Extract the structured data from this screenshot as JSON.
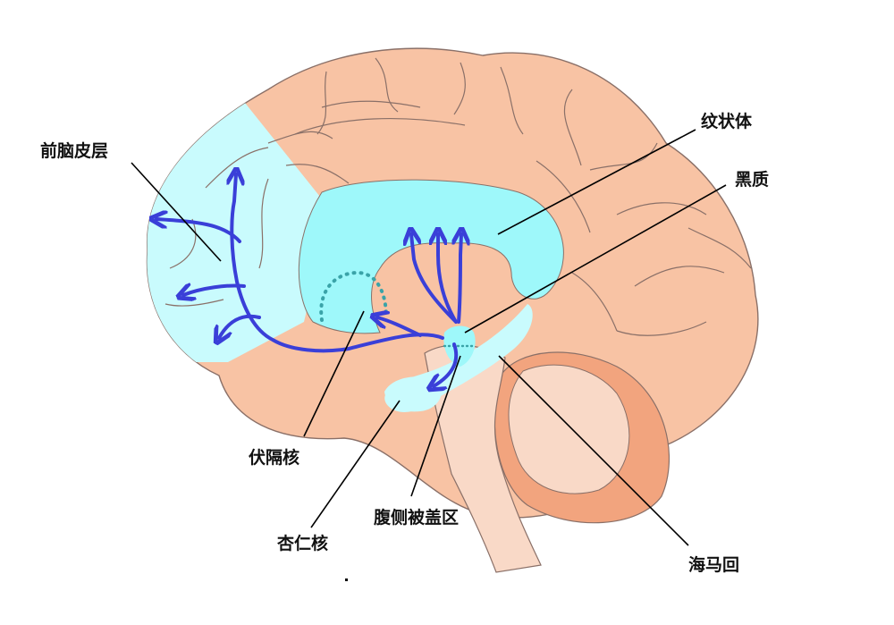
{
  "labels": {
    "prefrontal_cortex": "前脑皮层",
    "striatum": "纹状体",
    "substantia_nigra": "黑质",
    "nucleus_accumbens": "伏隔核",
    "vta": "腹侧被盖区",
    "amygdala": "杏仁核",
    "hippocampus": "海马回"
  },
  "colors": {
    "brain": "#f8c3a4",
    "brain_outline": "#8a7068",
    "dopamine_region": "#9ef8fa",
    "cortex_highlight": "#c9fbfd",
    "pathway": "#3a3fd8",
    "cerebellum": "#f2a47e",
    "cerebellum_inner": "#f9d9c7",
    "brainstem": "#f9d9c7",
    "dotted": "#3aa3a8",
    "leader_line": "#000000"
  }
}
